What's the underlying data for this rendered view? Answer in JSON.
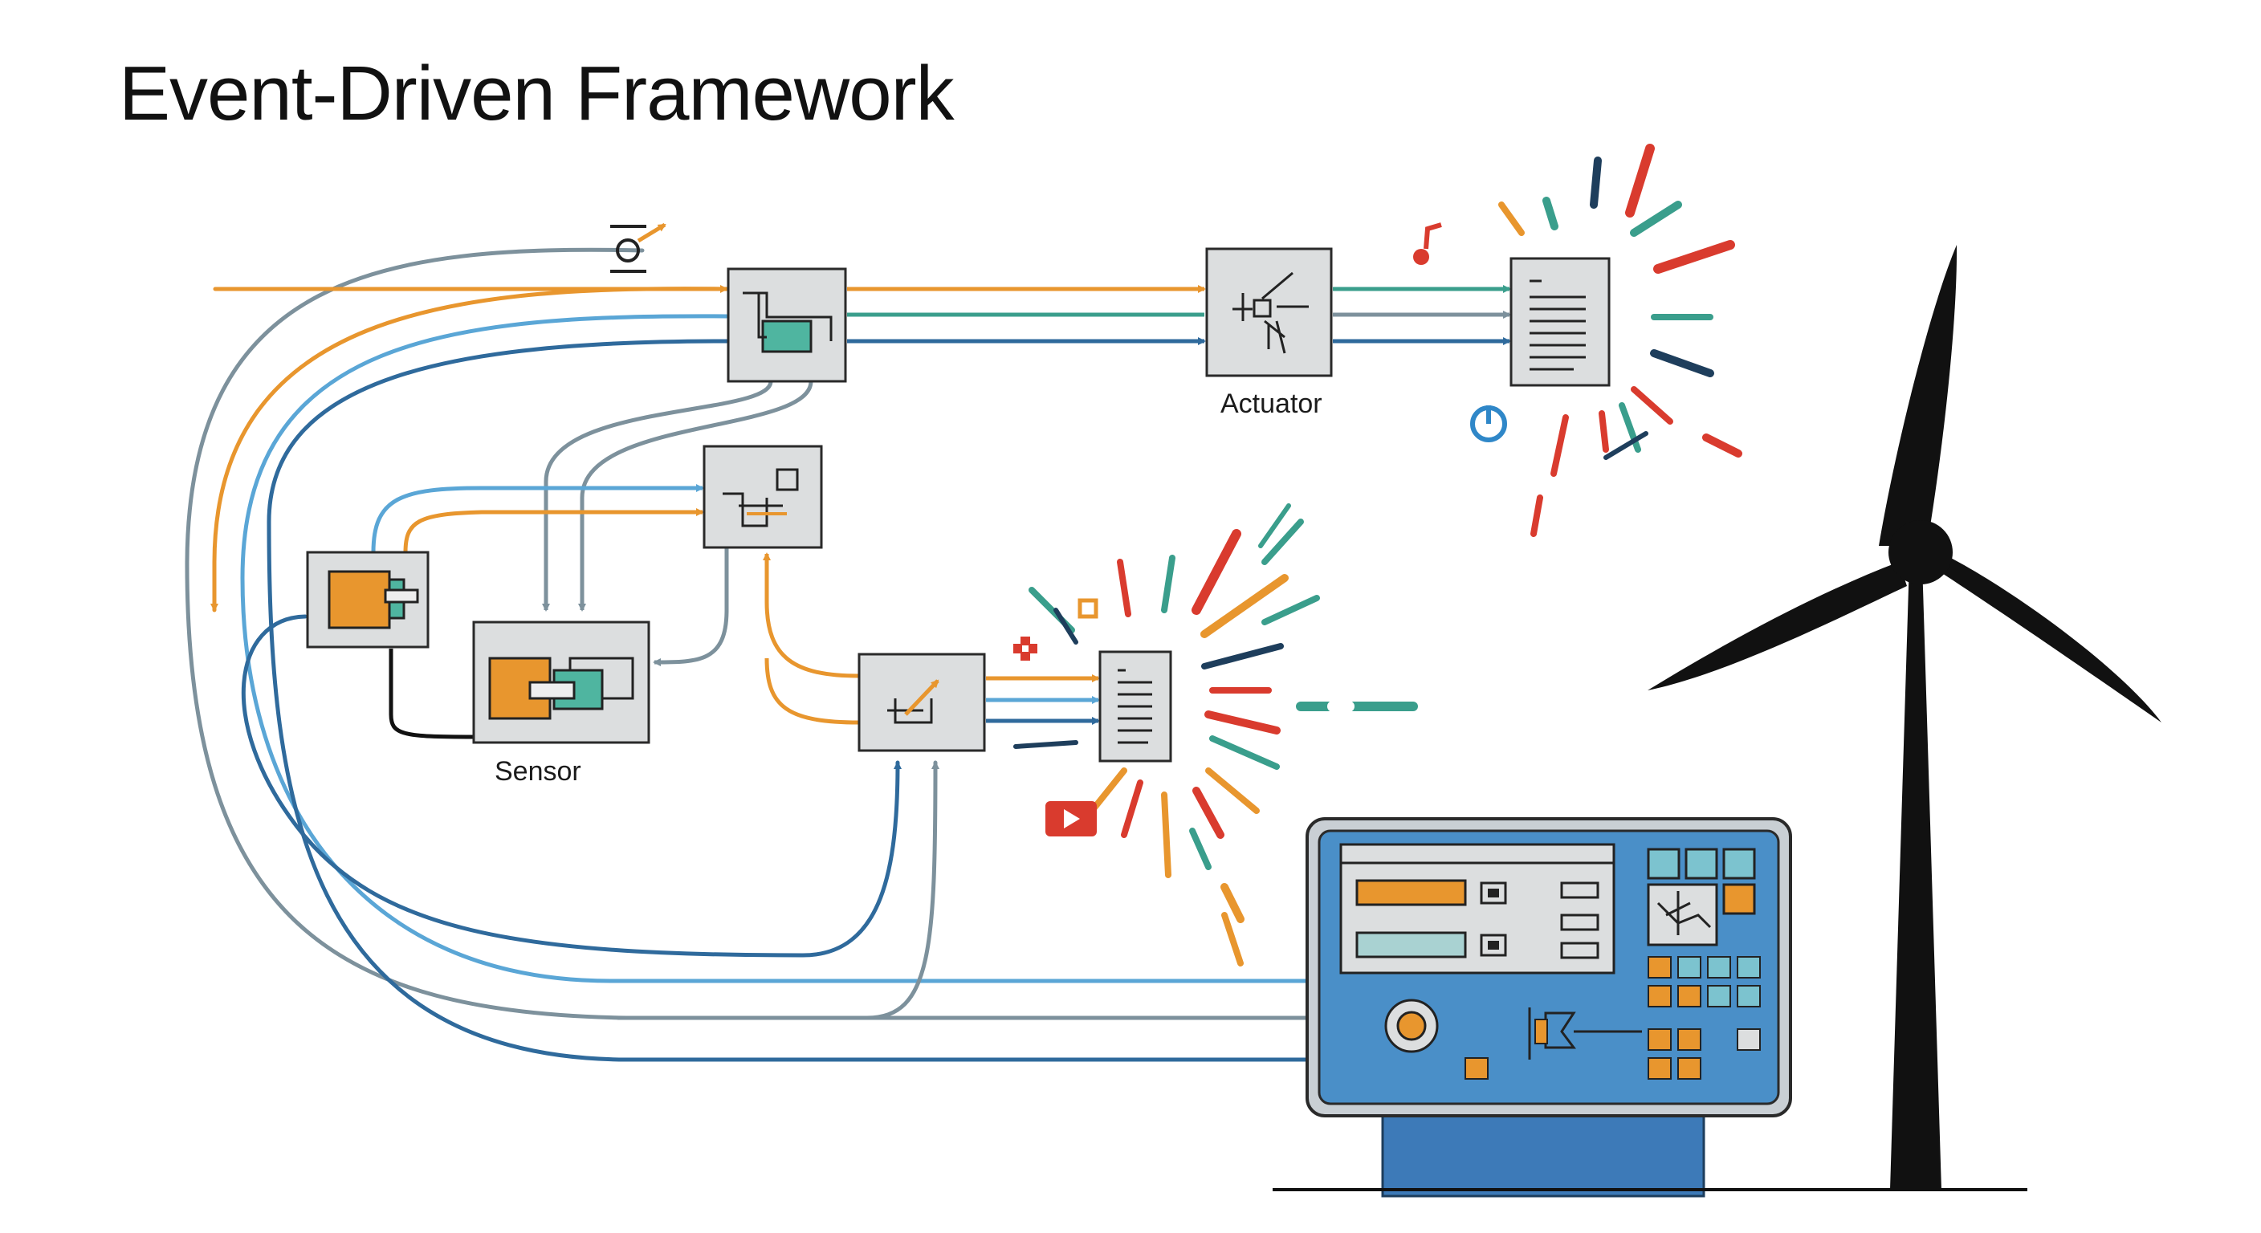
{
  "title": "Event-Driven Framework",
  "labels": {
    "actuator": "Actuator",
    "sensor": "Sensor"
  },
  "colors": {
    "orange": "#e8962e",
    "light_blue": "#5aa6d6",
    "dark_blue": "#2f6a9c",
    "gray": "#7d919c",
    "teal": "#3a9e8c",
    "red": "#d93b2e",
    "navy": "#1e3e5c",
    "box_fill": "#dcdedf",
    "box_stroke": "#2a2a2a",
    "panel_blue": "#4a8fc8",
    "turbine": "#111111"
  },
  "icons": [
    "music-note-icon",
    "power-icon",
    "play-icon",
    "plus-icon",
    "square-icon",
    "signal-icon"
  ]
}
